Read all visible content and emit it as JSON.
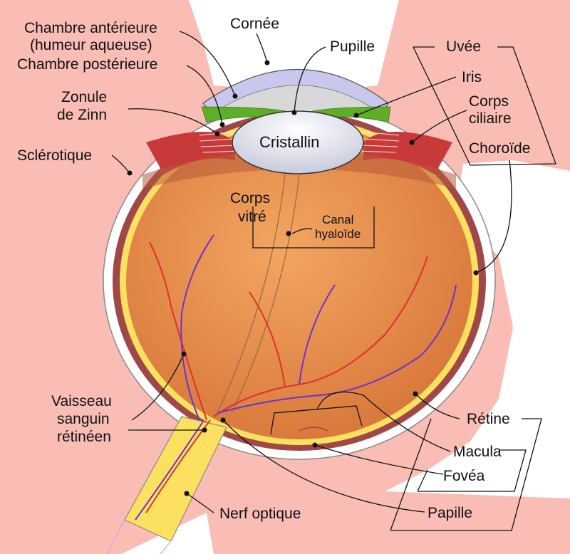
{
  "labels": {
    "cornee": "Cornée",
    "chambre_anterieure_1": "Chambre antérieure",
    "chambre_anterieure_2": "(humeur aqueuse)",
    "chambre_posterieure": "Chambre postérieure",
    "pupille": "Pupille",
    "uvee": "Uvée",
    "iris": "Iris",
    "corps_ciliaire_1": "Corps",
    "corps_ciliaire_2": "ciliaire",
    "choroide": "Choroïde",
    "zonule_1": "Zonule",
    "zonule_2": "de Zinn",
    "sclerotique": "Sclérotique",
    "cristallin": "Cristallin",
    "corps_vitre_1": "Corps",
    "corps_vitre_2": "vitré",
    "canal_hyaloide_1": "Canal",
    "canal_hyaloide_2": "hyaloïde",
    "vaisseau_1": "Vaisseau",
    "vaisseau_2": "sanguin",
    "vaisseau_3": "rétinéen",
    "retine": "Rétine",
    "macula": "Macula",
    "fovea": "Fovéa",
    "papille": "Papille",
    "nerf_optique": "Nerf optique"
  },
  "colors": {
    "background": "#ffffff",
    "orbit": "#f9bdb5",
    "sclera": "#ffffff",
    "choroid": "#a04848",
    "retina": "#fce060",
    "vitreous": "#e8904a",
    "cornea": "#c8c8ec",
    "aqueous": "#d8d8d8",
    "iris": "#5fae28",
    "lens": "#e6e8f2",
    "ciliary": "#c83a3a",
    "artery": "#e03030",
    "vein": "#7030d0"
  }
}
